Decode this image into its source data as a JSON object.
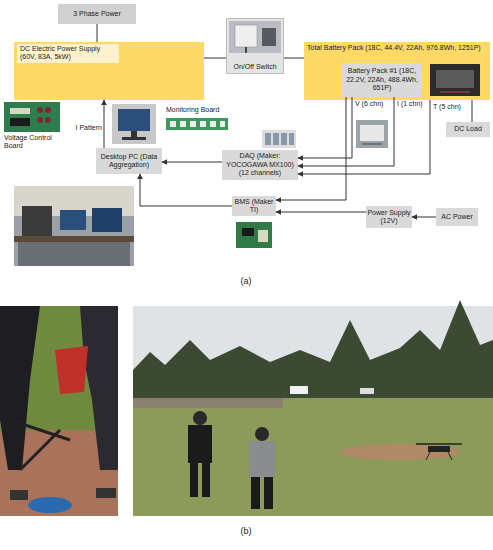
{
  "diagram": {
    "nodes": [
      {
        "text": [
          "3 Phase Power"
        ]
      },
      {
        "text": [
          "DC Electric Power Supply (60V, 83A, 5kW)"
        ]
      },
      {
        "text": [
          "On/Off Switch"
        ]
      },
      {
        "text": [
          "Total Battery Pack (18C, 44.4V, 22Ah, 976.8Wh, 1251P)"
        ]
      },
      {
        "text": [
          "Battery Pack #1 (18C, 22.2V, 22Ah, 488.4Wh, 651P)"
        ],
        "in": 3
      },
      {
        "text": [
          "DC Load"
        ]
      },
      {
        "text": [
          "Desktop PC (Data Aggregation)"
        ]
      },
      {
        "text": [
          "DAQ (Maker: YOCOGAWA MX100) (12 channels)"
        ]
      },
      {
        "text": [
          "BMS (Maker TI)"
        ]
      },
      {
        "text": [
          "Power Supply (12V)"
        ]
      },
      {
        "text": [
          "AC Power"
        ]
      }
    ],
    "edges": [
      {
        "from": 0,
        "to": 1,
        "arrow": "none"
      },
      {
        "from": 1,
        "to": 2,
        "arrow": "none"
      },
      {
        "from": 2,
        "to": 3,
        "arrow": "none"
      },
      {
        "from": 3,
        "to": 5,
        "arrow": "none"
      },
      {
        "from": 6,
        "to": 1,
        "label": "I Pattern",
        "arrow": "to"
      },
      {
        "from": 7,
        "to": 6,
        "arrow": "to"
      },
      {
        "from": 4,
        "to": 7,
        "label": "V (6 chn)",
        "arrow": "to"
      },
      {
        "from": 4,
        "to": 7,
        "label": "I (1 chn)",
        "arrow": "to"
      },
      {
        "from": 3,
        "to": 7,
        "label": "T (5 chn)",
        "arrow": "to"
      },
      {
        "from": 4,
        "to": 8,
        "arrow": "to"
      },
      {
        "from": 8,
        "to": 6,
        "arrow": "to"
      },
      {
        "from": 9,
        "to": 8,
        "arrow": "to"
      },
      {
        "from": 10,
        "to": 9,
        "arrow": "to"
      }
    ],
    "labels": [
      "Voltage Control Board",
      "Monitoring Board",
      "(a)",
      "(b)"
    ]
  }
}
